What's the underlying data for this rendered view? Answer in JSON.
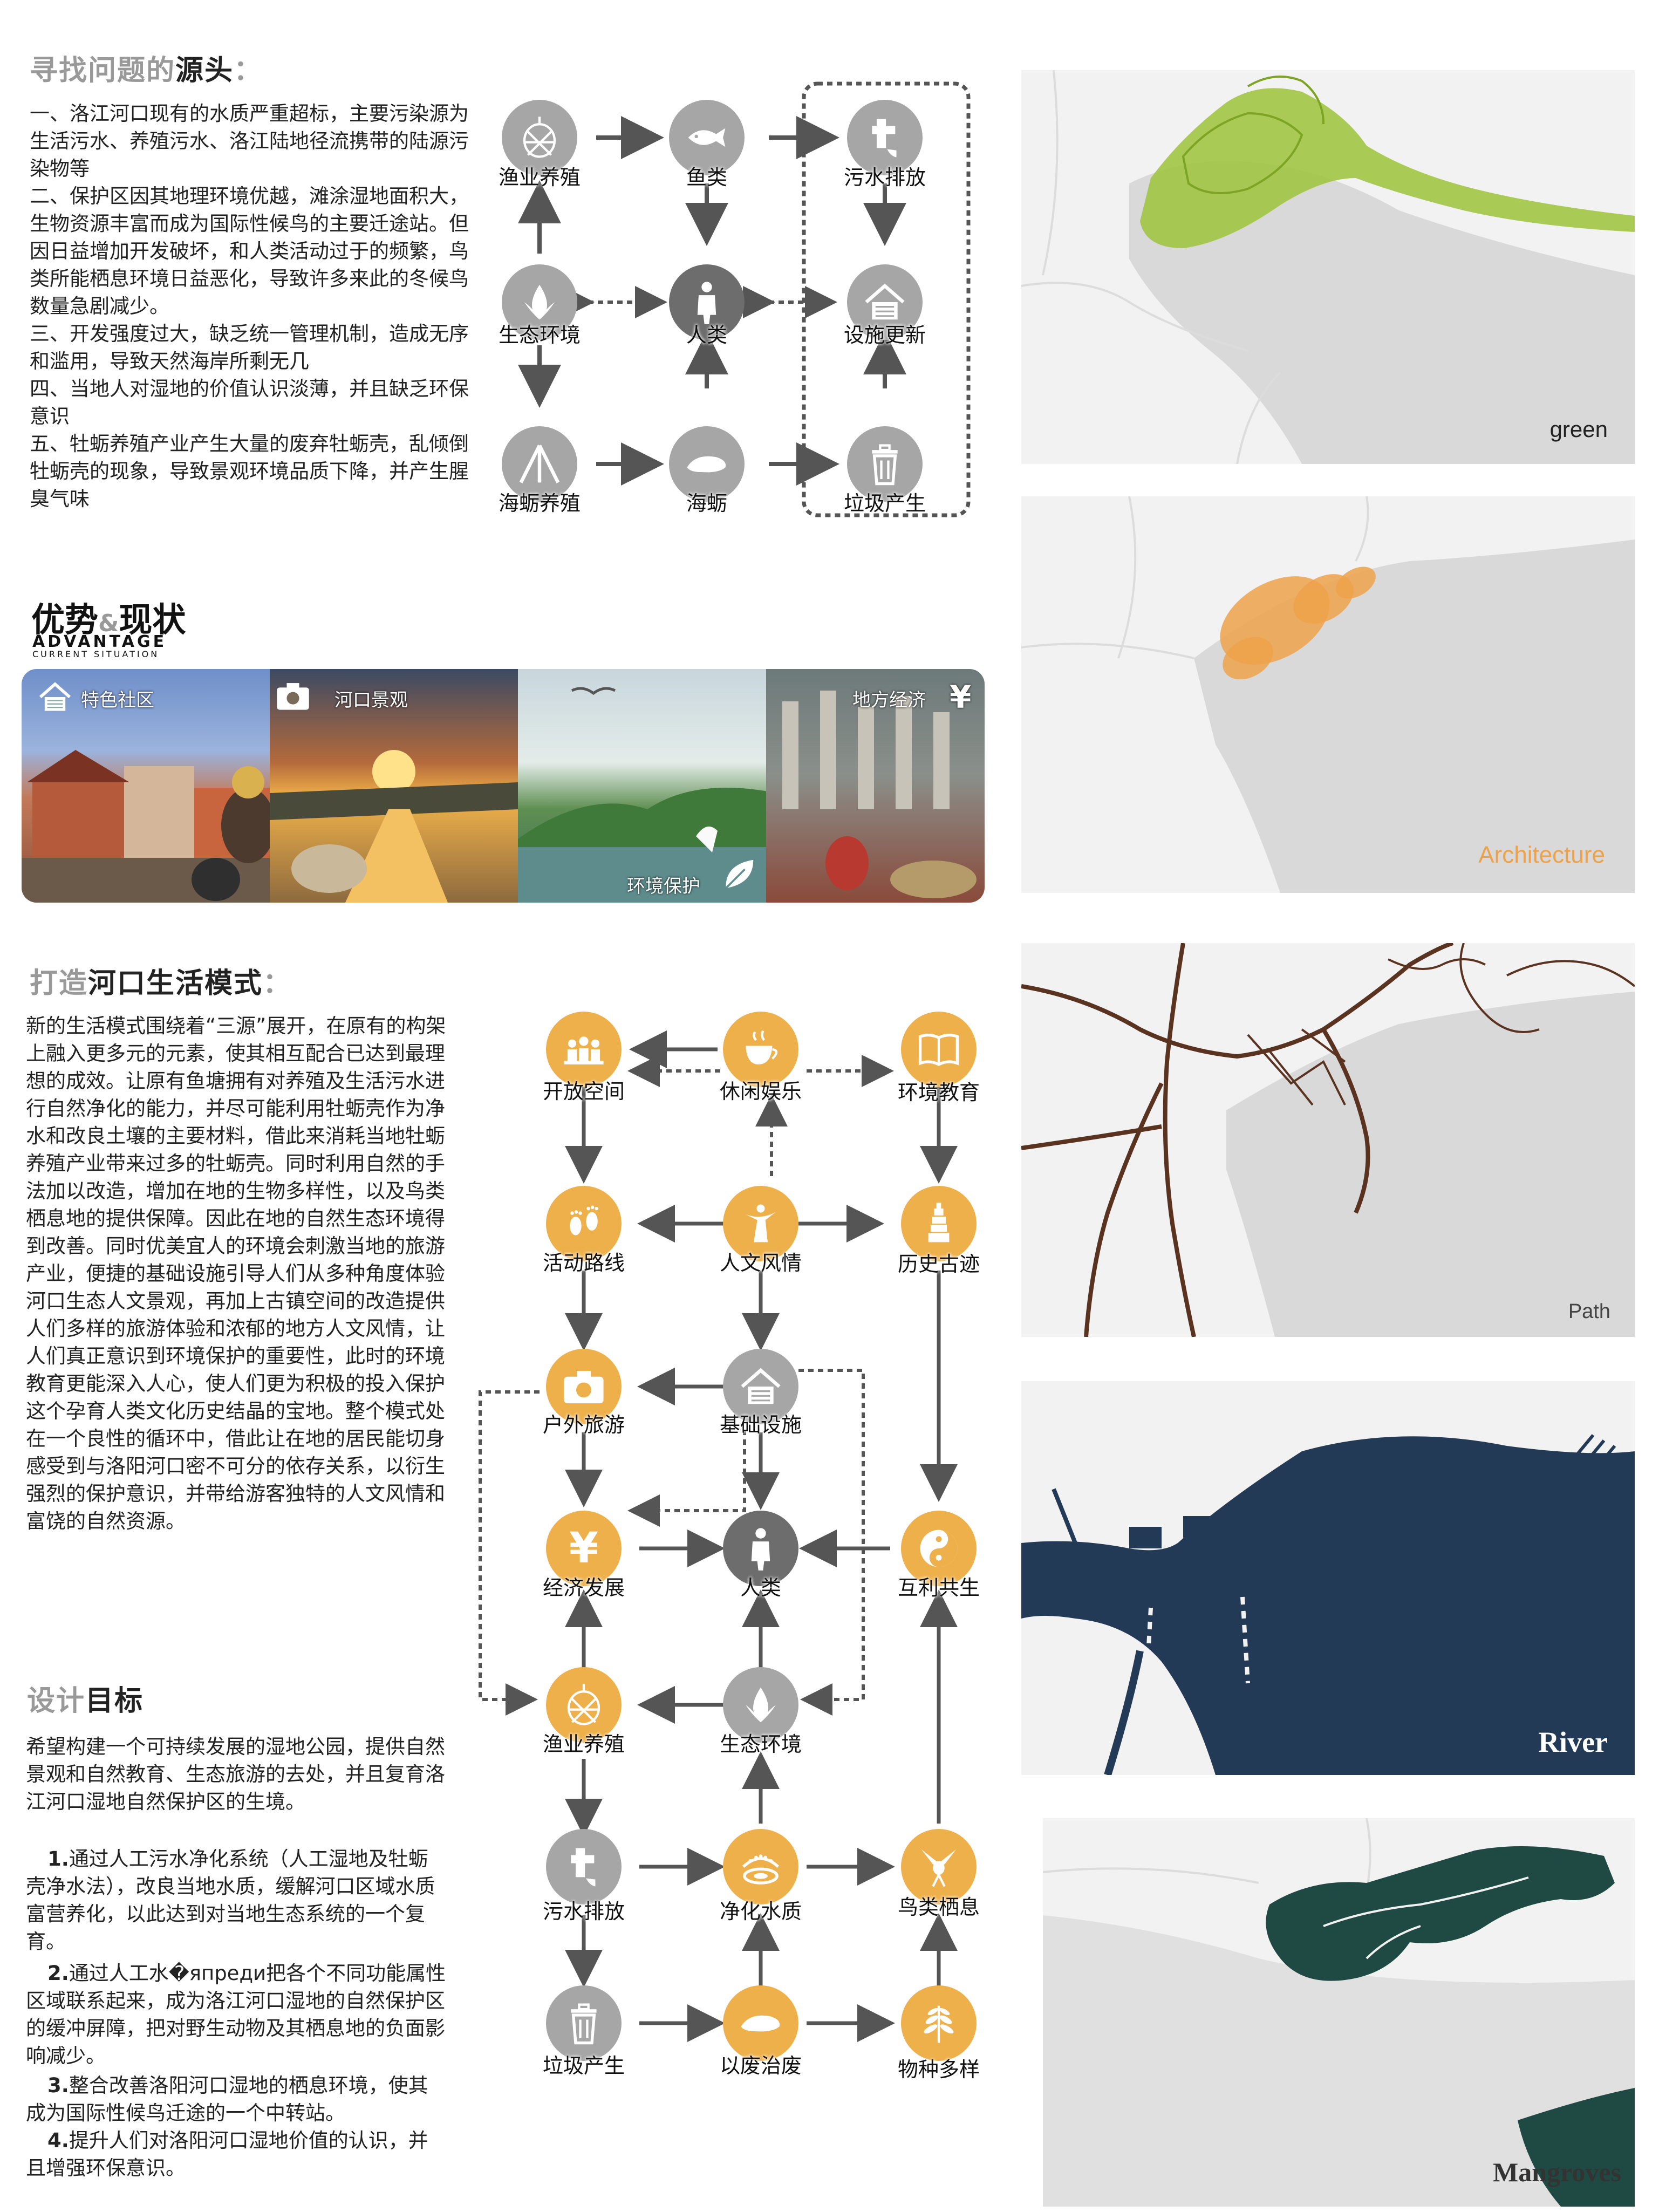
{
  "section1": {
    "title_prefix": "寻找问题的",
    "title_bold": "源头",
    "title_suffix": "：",
    "paragraph": "一、洛江河口现有的水质严重超标，主要污染源为生活污水、养殖污水、洛江陆地径流携带的陆源污染物等\n二、保护区因其地理环境优越，滩涂湿地面积大，生物资源丰富而成为国际性候鸟的主要迁途站。但因日益增加开发破坏，和人类活动过于的频繁，鸟类所能栖息环境日益恶化，导致许多来此的冬候鸟数量急剧减少。\n三、开发强度过大，缺乏统一管理机制，造成无序和滥用，导致天然海岸所剩无几\n四、当地人对湿地的价值认识淡薄，并且缺乏环保意识\n五、牡蛎养殖产业产生大量的废弃牡蛎壳，乱倾倒牡蛎壳的现象，导致景观环境品质下降，并产生腥臭气味",
    "nodes": {
      "fishery": "渔业养殖",
      "fish": "鱼类",
      "sewage": "污水排放",
      "ecology": "生态环境",
      "human": "人类",
      "facility": "设施更新",
      "oyster_farm": "海蛎养殖",
      "oyster": "海蛎",
      "garbage": "垃圾产生"
    }
  },
  "section2": {
    "title_main": "优势",
    "title_amp": "&",
    "title_second": "现状",
    "title_en1": "ADVANTAGE",
    "title_en2": "CURRENT SITUATION",
    "photos": [
      {
        "label": "特色社区",
        "icon": "house-icon"
      },
      {
        "label": "河口景观",
        "icon": "camera-icon"
      },
      {
        "label": "环境保护",
        "icon": "leaf-icon"
      },
      {
        "label": "地方经济",
        "icon": "yen-icon"
      }
    ]
  },
  "section3": {
    "title_prefix": "打造",
    "title_bold": "河口生活模式",
    "title_suffix": "：",
    "paragraph": "新的生活模式围绕着“三源”展开，在原有的构架上融入更多元的元素，使其相互配合已达到最理想的成效。让原有鱼塘拥有对养殖及生活污水进行自然净化的能力，并尽可能利用牡蛎壳作为净水和改良土壤的主要材料，借此来消耗当地牡蛎养殖产业带来过多的牡蛎壳。同时利用自然的手法加以改造，增加在地的生物多样性，以及鸟类栖息地的提供保障。因此在地的自然生态环境得到改善。同时优美宜人的环境会刺激当地的旅游产业，便捷的基础设施引导人们从多种角度体验河口生态人文景观，再加上古镇空间的改造提供人们多样的旅游体验和浓郁的地方人文风情，让人们真正意识到环境保护的重要性，此时的环境教育更能深入人心，使人们更为积极的投入保护这个孕育人类文化历史结晶的宝地。整个模式处在一个良性的循环中，借此让在地的居民能切身感受到与洛阳河口密不可分的依存关系，以衍生强烈的保护意识，并带给游客独特的人文风情和富饶的自然资源。",
    "goal_prefix": "设计",
    "goal_bold": "目标",
    "goal_intro": "希望构建一个可持续发展的湿地公园，提供自然景观和自然教育、生态旅游的去处，并且复育洛江河口湿地自然保护区的生境。",
    "goals": [
      {
        "num": "1.",
        "text": "通过人工污水净化系统（人工湿地及牡蛎壳净水法），改良当地水质，缓解河口区域水质富营养化，以此达到对当地生态系统的一个复育。"
      },
      {
        "num": "2.",
        "text": "通过人工水�япреди把各个不同功能属性区域联系起来，成为洛江河口湿地的自然保护区的缓冲屏障，把对野生动物及其栖息地的负面影响减少。"
      },
      {
        "num": "3.",
        "text": "整合改善洛阳河口湿地的栖息环境，使其成为国际性候鸟迁途的一个中转站。"
      },
      {
        "num": "4.",
        "text": "提升人们对洛阳河口湿地价值的认识，并且增强环保意识。"
      }
    ],
    "nodes": {
      "open_space": "开放空间",
      "leisure": "休闲娱乐",
      "env_edu": "环境教育",
      "route": "活动路线",
      "culture": "人文风情",
      "heritage": "历史古迹",
      "outdoor": "户外旅游",
      "infra": "基础设施",
      "economy": "经济发展",
      "human": "人类",
      "mutual": "互利共生",
      "fishery": "渔业养殖",
      "ecology": "生态环境",
      "sewage": "污水排放",
      "purify": "净化水质",
      "bird": "鸟类栖息",
      "garbage": "垃圾产生",
      "waste": "以废治废",
      "species": "物种多样"
    }
  },
  "maps": [
    {
      "label": "green",
      "color": "#8fb22a"
    },
    {
      "label": "Architecture",
      "color": "#eda24a"
    },
    {
      "label": "Path",
      "color": "#5a3220"
    },
    {
      "label": "River",
      "color": "#233a57"
    },
    {
      "label": "Mangroves",
      "color": "#1f4a44"
    }
  ]
}
